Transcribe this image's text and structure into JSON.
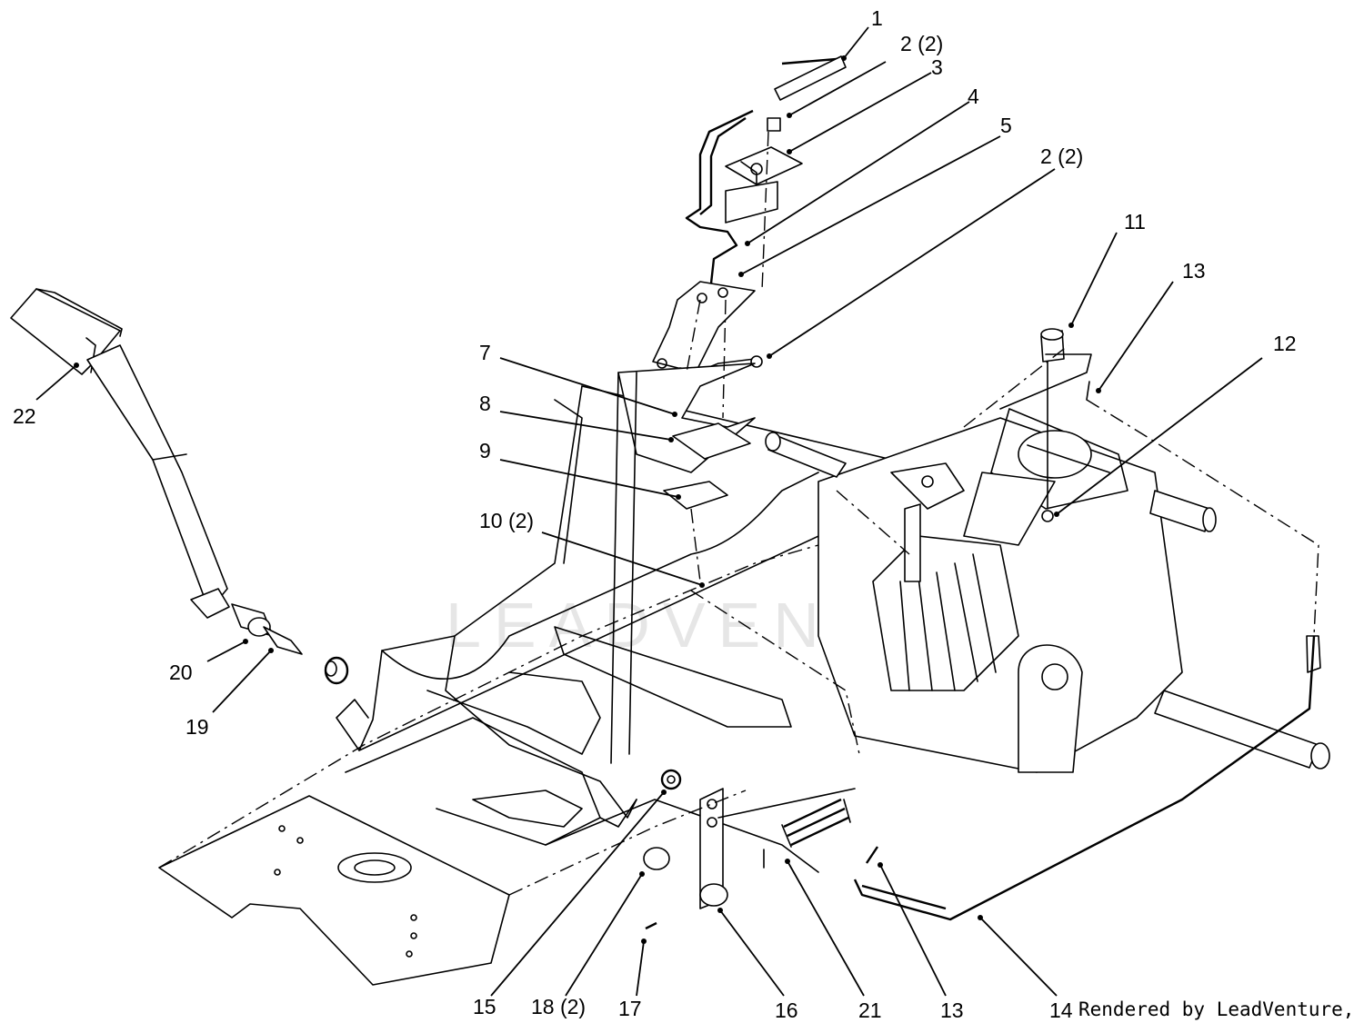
{
  "watermark": "LEADVENTU",
  "credit": "Rendered by LeadVenture, Inc.",
  "callouts": [
    {
      "id": "1",
      "text": "1"
    },
    {
      "id": "2a",
      "text": "2 (2)"
    },
    {
      "id": "3",
      "text": "3"
    },
    {
      "id": "4",
      "text": "4"
    },
    {
      "id": "5",
      "text": "5"
    },
    {
      "id": "2b",
      "text": "2 (2)"
    },
    {
      "id": "11",
      "text": "11"
    },
    {
      "id": "13a",
      "text": "13"
    },
    {
      "id": "12",
      "text": "12"
    },
    {
      "id": "7",
      "text": "7"
    },
    {
      "id": "8",
      "text": "8"
    },
    {
      "id": "9",
      "text": "9"
    },
    {
      "id": "10",
      "text": "10 (2)"
    },
    {
      "id": "22",
      "text": "22"
    },
    {
      "id": "20",
      "text": "20"
    },
    {
      "id": "19",
      "text": "19"
    },
    {
      "id": "15",
      "text": "15"
    },
    {
      "id": "18",
      "text": "18 (2)"
    },
    {
      "id": "17",
      "text": "17"
    },
    {
      "id": "16",
      "text": "16"
    },
    {
      "id": "21",
      "text": "21"
    },
    {
      "id": "13b",
      "text": "13"
    },
    {
      "id": "14",
      "text": "14"
    }
  ]
}
